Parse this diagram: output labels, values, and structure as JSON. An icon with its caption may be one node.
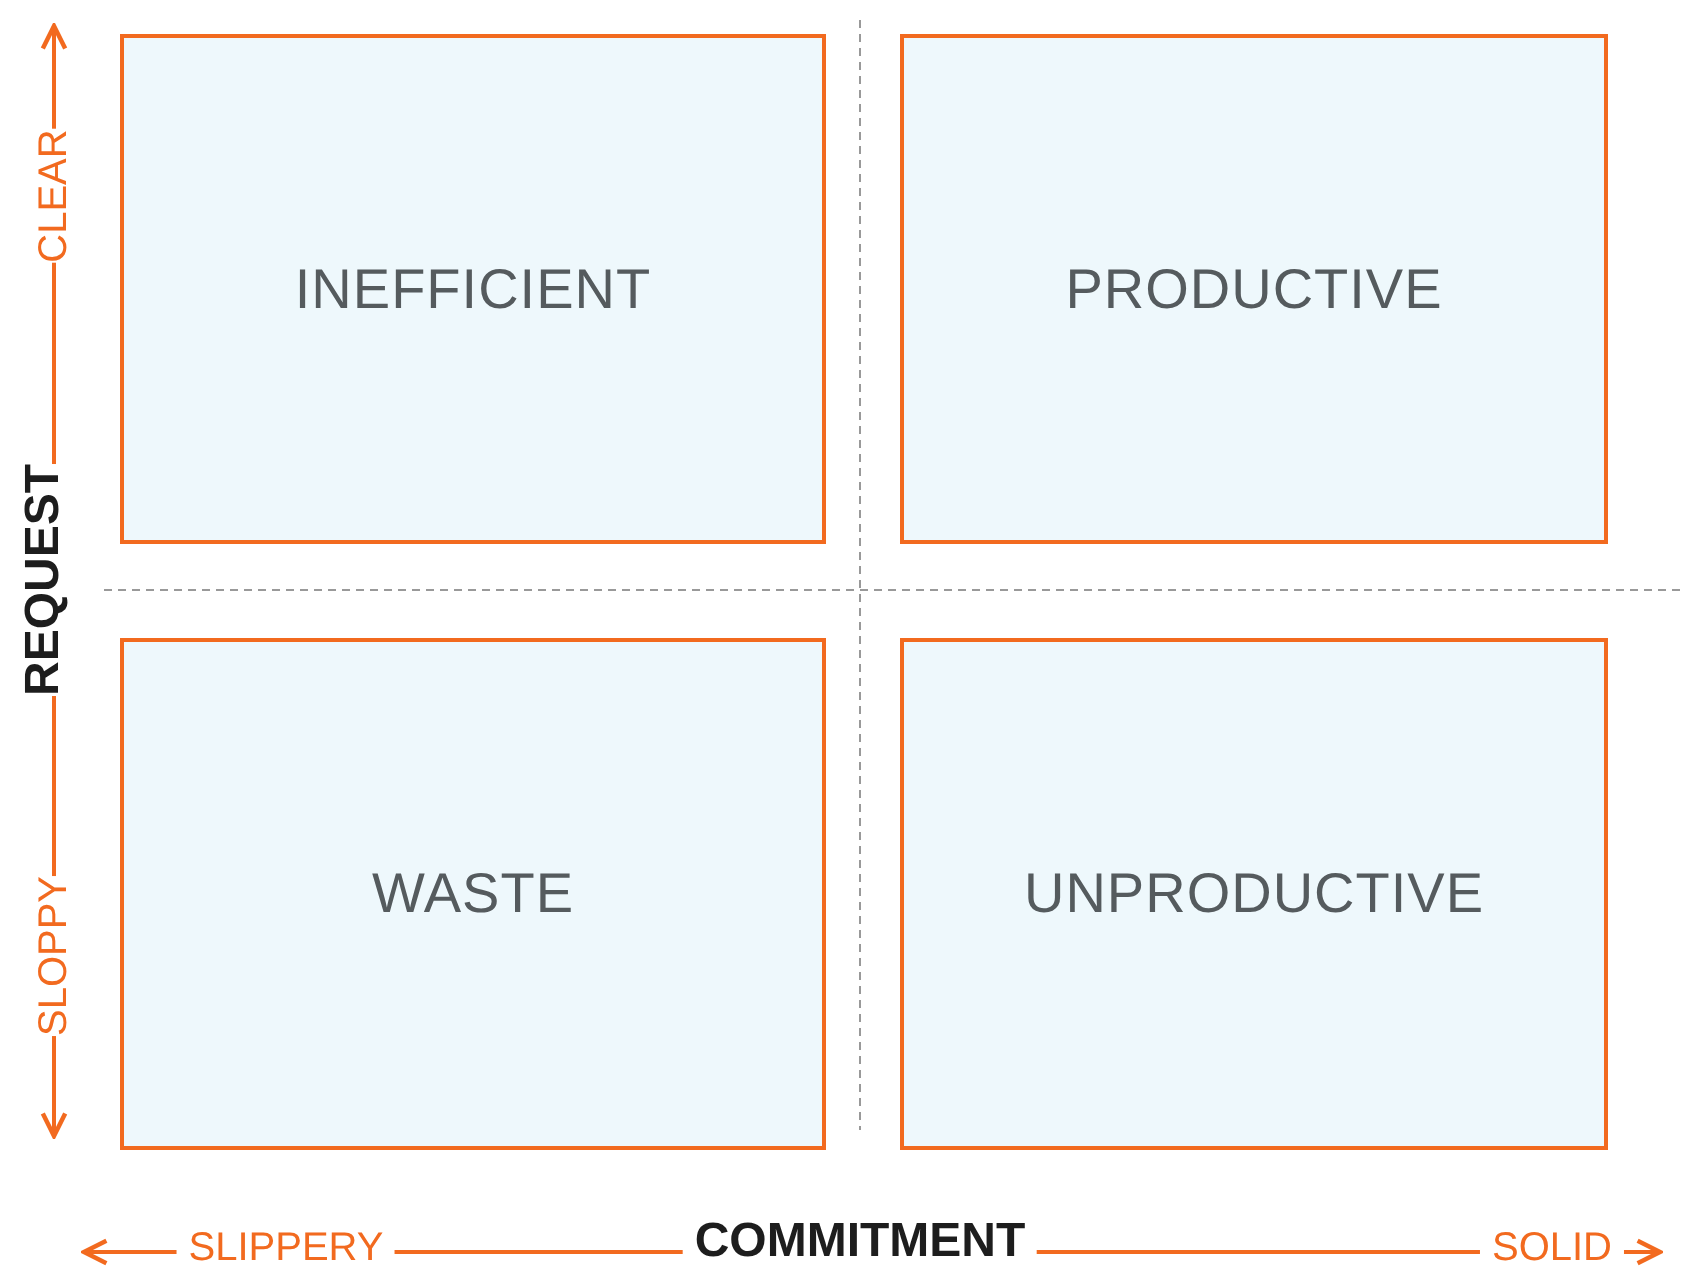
{
  "diagram": {
    "nodes": [
      {
        "text": [
          "INEFFICIENT"
        ]
      },
      {
        "text": [
          "PRODUCTIVE"
        ]
      },
      {
        "text": [
          "WASTE"
        ]
      },
      {
        "text": [
          "UNPRODUCTIVE"
        ]
      }
    ],
    "labels": [
      "CLEAR",
      "REQUEST",
      "SLOPPY",
      "SLIPPERY",
      "COMMITMENT",
      "SOLID"
    ]
  }
}
